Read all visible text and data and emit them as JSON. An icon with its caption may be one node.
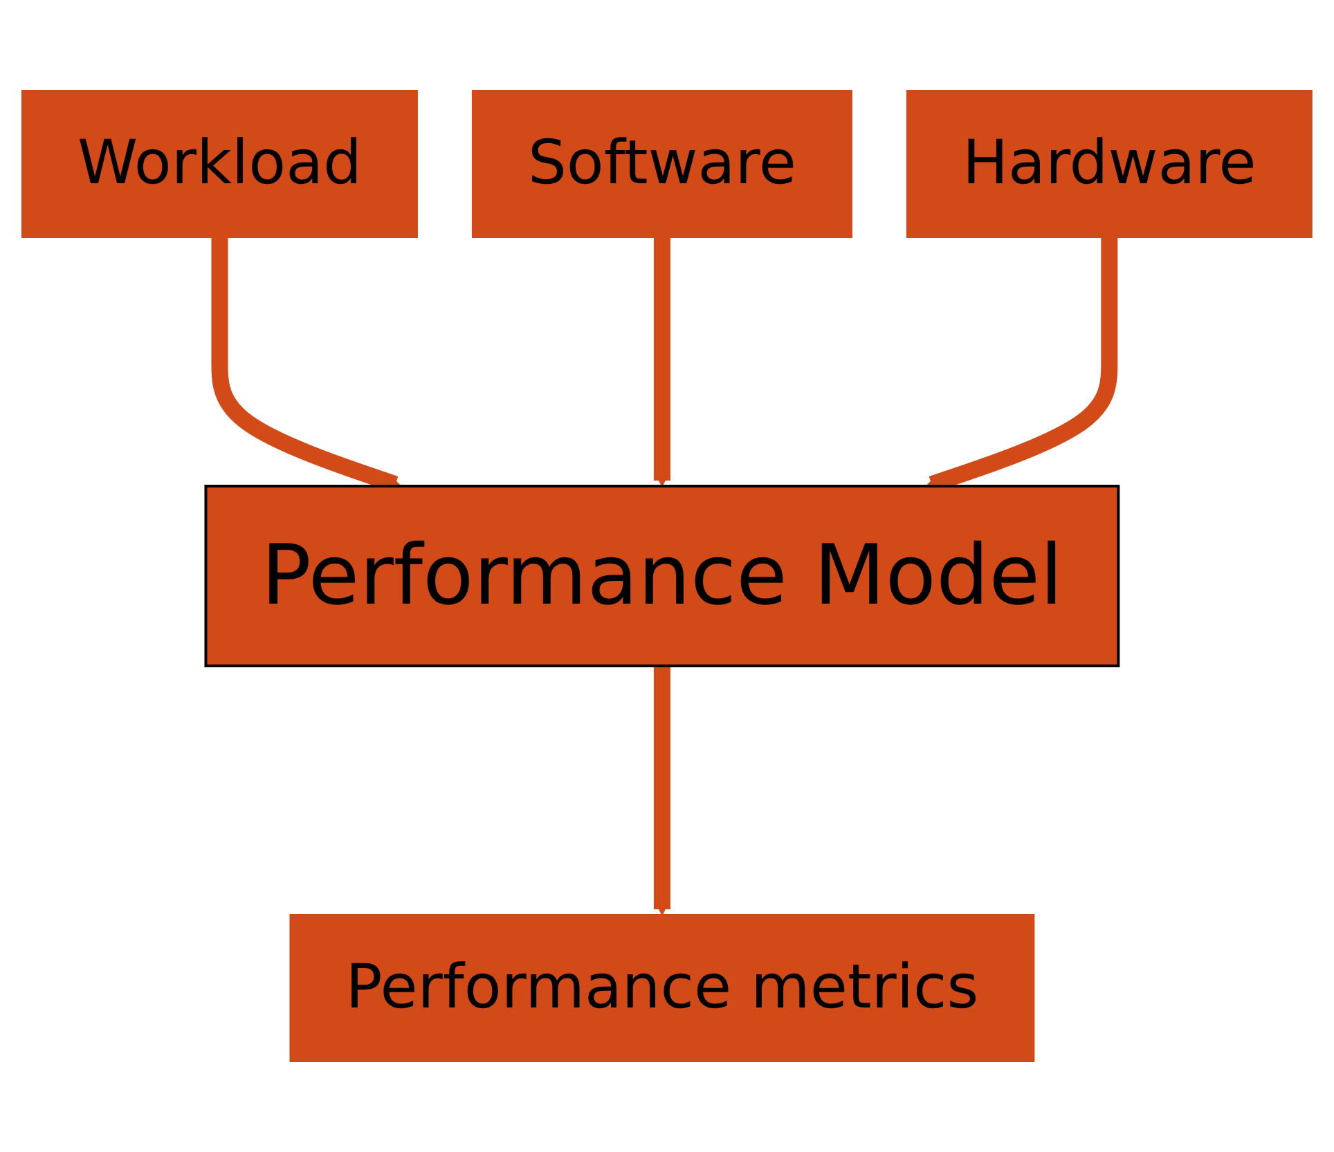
{
  "diagram": {
    "nodes": [
      {
        "text": [
          "Workload"
        ]
      },
      {
        "text": [
          "Software"
        ]
      },
      {
        "text": [
          "Hardware"
        ]
      },
      {
        "text": [
          "Performance Model"
        ]
      },
      {
        "text": [
          "Performance metrics"
        ]
      }
    ],
    "edges": [
      {
        "from": 0,
        "to": 3,
        "arrow": "to"
      },
      {
        "from": 1,
        "to": 3,
        "arrow": "to"
      },
      {
        "from": 2,
        "to": 3,
        "arrow": "to"
      },
      {
        "from": 3,
        "to": 4,
        "arrow": "to"
      }
    ]
  }
}
